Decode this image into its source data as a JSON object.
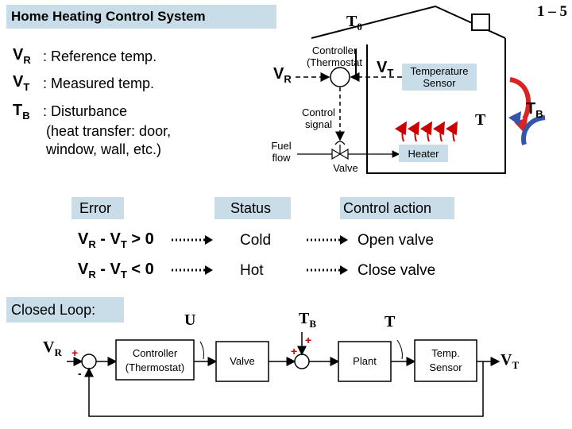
{
  "header": {
    "title": "Home Heating Control System",
    "slide_number": "1 – 5"
  },
  "definitions": [
    {
      "symbol": "V",
      "sub": "R",
      "text": ": Reference temp."
    },
    {
      "symbol": "V",
      "sub": "T",
      "text": ": Measured temp."
    },
    {
      "symbol": "T",
      "sub": "B",
      "text": ": Disturbance"
    }
  ],
  "disturbance_detail": [
    "(heat transfer: door,",
    "window, wall, etc.)"
  ],
  "house": {
    "outside_temp": {
      "symbol": "T",
      "sub": "0"
    },
    "controller": [
      "Controller",
      "(Thermostat"
    ],
    "vr": {
      "symbol": "V",
      "sub": "R"
    },
    "vt": {
      "symbol": "V",
      "sub": "T"
    },
    "sensor": [
      "Temperature",
      "Sensor"
    ],
    "control_signal": [
      "Control",
      "signal"
    ],
    "fuel_flow": [
      "Fuel",
      "flow"
    ],
    "valve": "Valve",
    "heater": "Heater",
    "room_temp": "T",
    "tb": {
      "symbol": "T",
      "sub": "B"
    }
  },
  "table": {
    "headers": {
      "error": "Error",
      "status": "Status",
      "action": "Control action"
    },
    "rows": [
      {
        "error_a": "V",
        "sub_a": "R",
        "minus": " - V",
        "sub_b": "T",
        "cmp": " > 0",
        "status": "Cold",
        "action": "Open valve"
      },
      {
        "error_a": "V",
        "sub_a": "R",
        "minus": " - V",
        "sub_b": "T",
        "cmp": " < 0",
        "status": "Hot",
        "action": "Close valve"
      }
    ]
  },
  "closed_loop": {
    "label": "Closed Loop:",
    "input": {
      "symbol": "V",
      "sub": "R"
    },
    "plus": "+",
    "minus": "-",
    "controller": [
      "Controller",
      "(Thermostat)"
    ],
    "u_label": "U",
    "valve": "Valve",
    "tb": {
      "symbol": "T",
      "sub": "B"
    },
    "plus2": "+",
    "plus3": "+",
    "plant": "Plant",
    "t_label": "T",
    "sensor": [
      "Temp.",
      "Sensor"
    ],
    "output": {
      "symbol": "V",
      "sub": "T"
    }
  },
  "colors": {
    "band": "#c9dde8",
    "heat_arrow": "#cc0000",
    "disturbance_red": "#dd2222",
    "disturbance_blue": "#3355aa"
  }
}
